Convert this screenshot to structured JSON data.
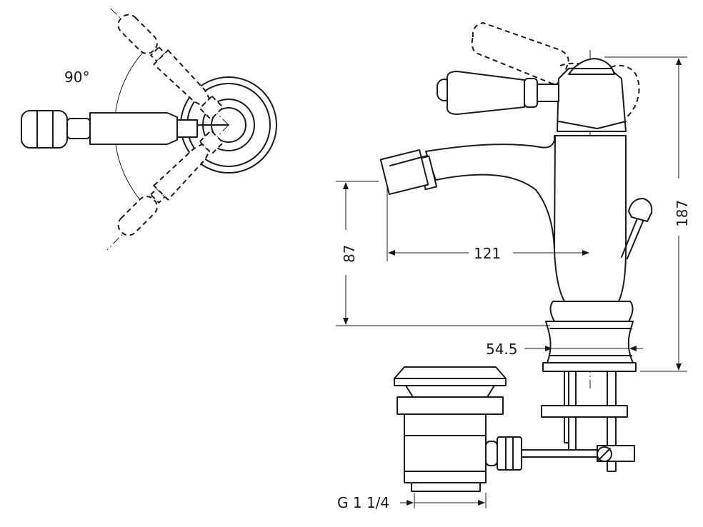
{
  "dimensions": {
    "angle": "90°",
    "spout_height": "87",
    "spout_reach": "121",
    "total_height": "187",
    "base_diameter": "54.5",
    "drain_thread": "G 1 1/4"
  },
  "colors": {
    "line": "#1a1a1a",
    "background": "#ffffff"
  }
}
